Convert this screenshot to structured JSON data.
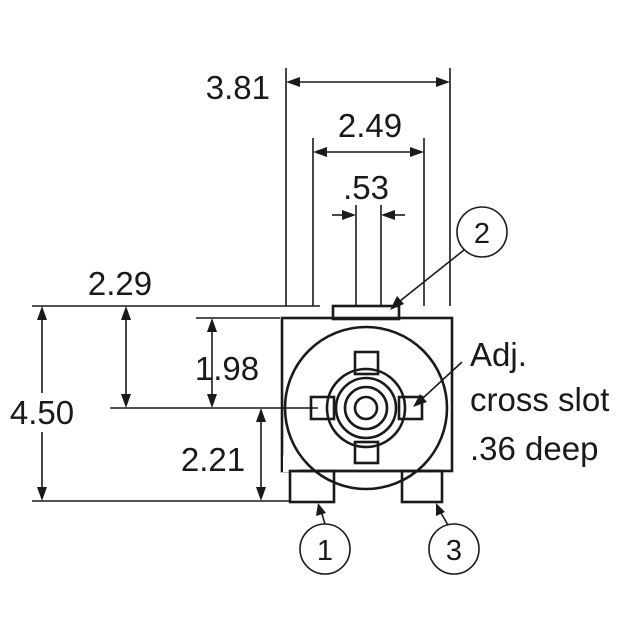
{
  "dimensions": {
    "overall_width": "3.81",
    "inner_width": "2.49",
    "slot_width": ".53",
    "top_offset": "2.29",
    "overall_height": "4.50",
    "upper_height": "1.98",
    "lower_height": "2.21"
  },
  "note": {
    "line1": "Adj.",
    "line2": "cross slot",
    "line3": ".36 deep"
  },
  "pins": {
    "pin1": "1",
    "pin2": "2",
    "pin3": "3"
  }
}
